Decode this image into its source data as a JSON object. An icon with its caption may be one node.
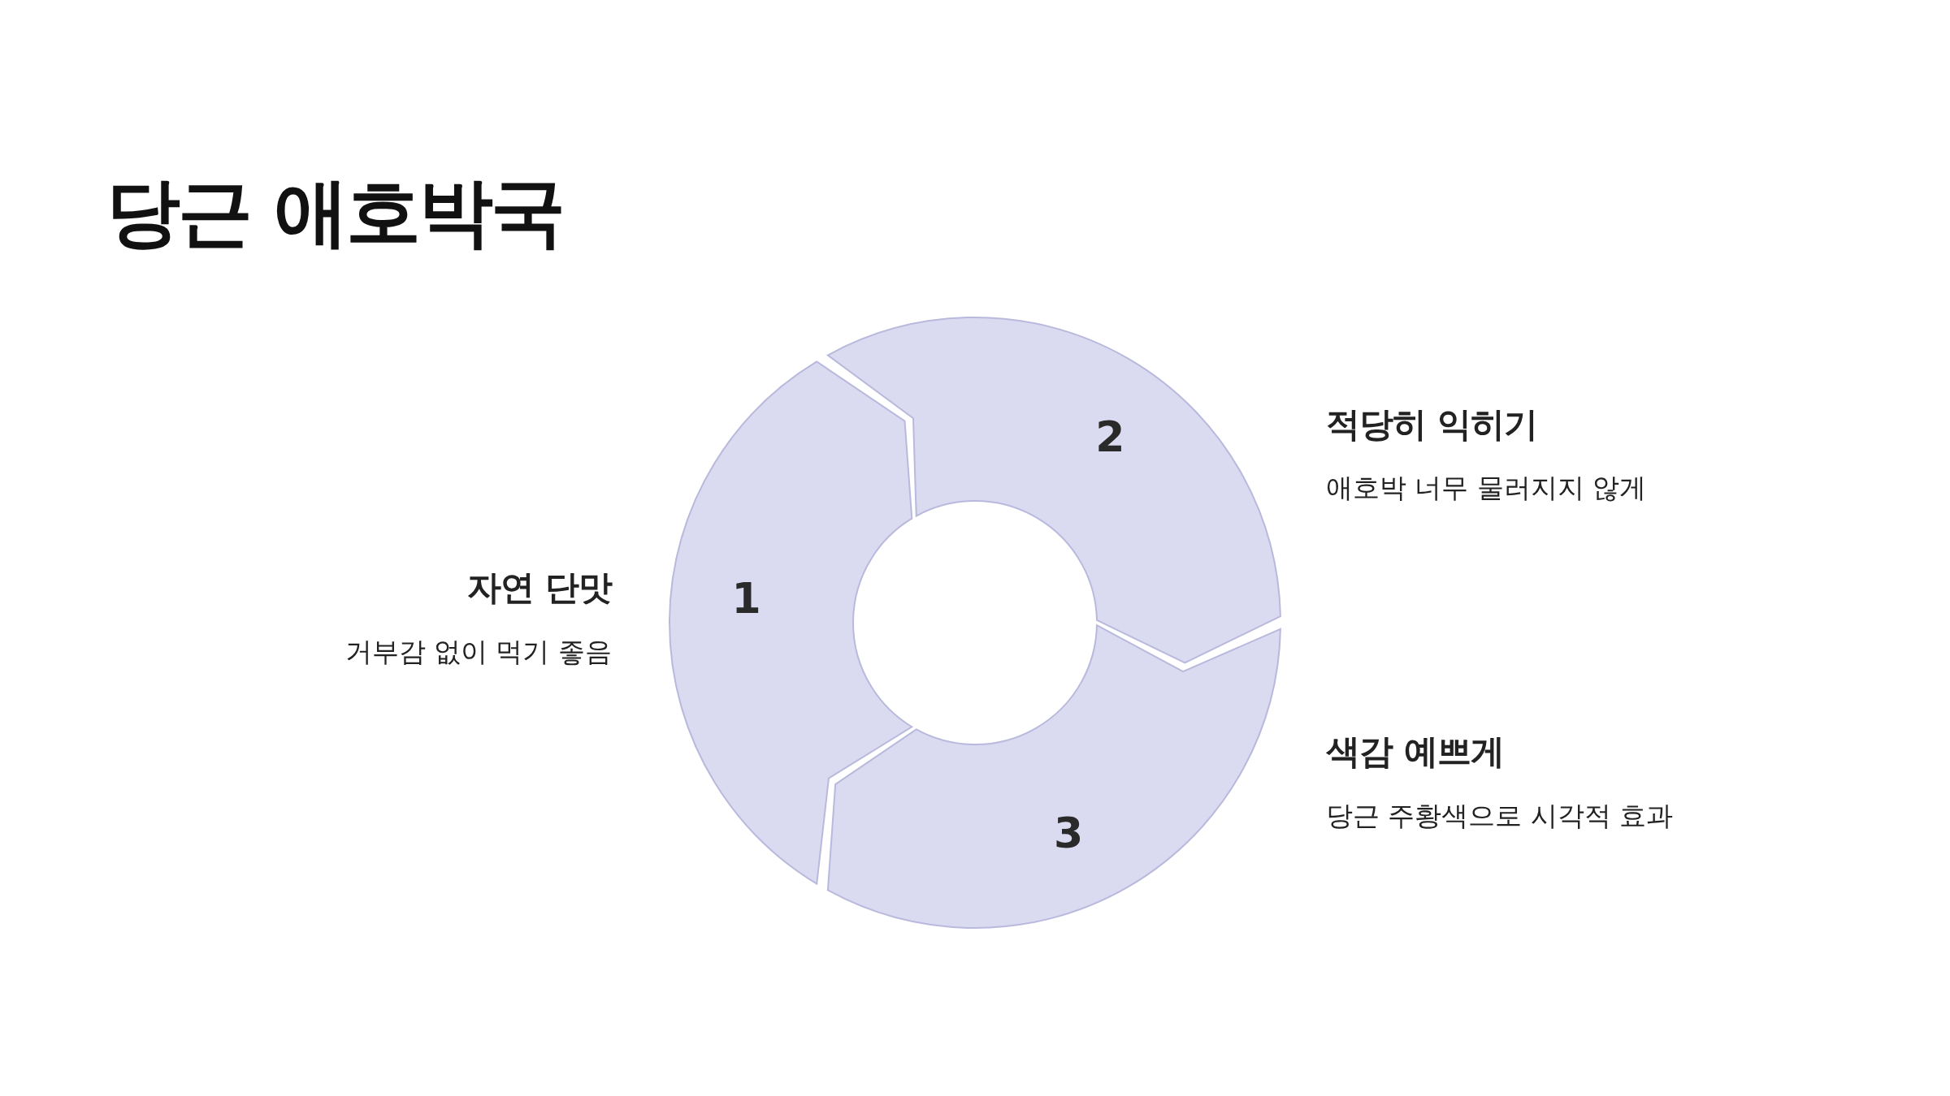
{
  "diagram": {
    "title": "당근 애호박국",
    "nodes": [
      {
        "text": [
          "1"
        ],
        "beside": [
          "자연 단맛",
          "거부감 없이 먹기 좋음"
        ]
      },
      {
        "text": [
          "2"
        ],
        "beside": [
          "적당히 익히기",
          "애호박 너무 물러지지 않게"
        ]
      },
      {
        "text": [
          "3"
        ],
        "beside": [
          "색감 예쁘게",
          "당근 주황색으로 시각적 효과"
        ]
      }
    ]
  }
}
